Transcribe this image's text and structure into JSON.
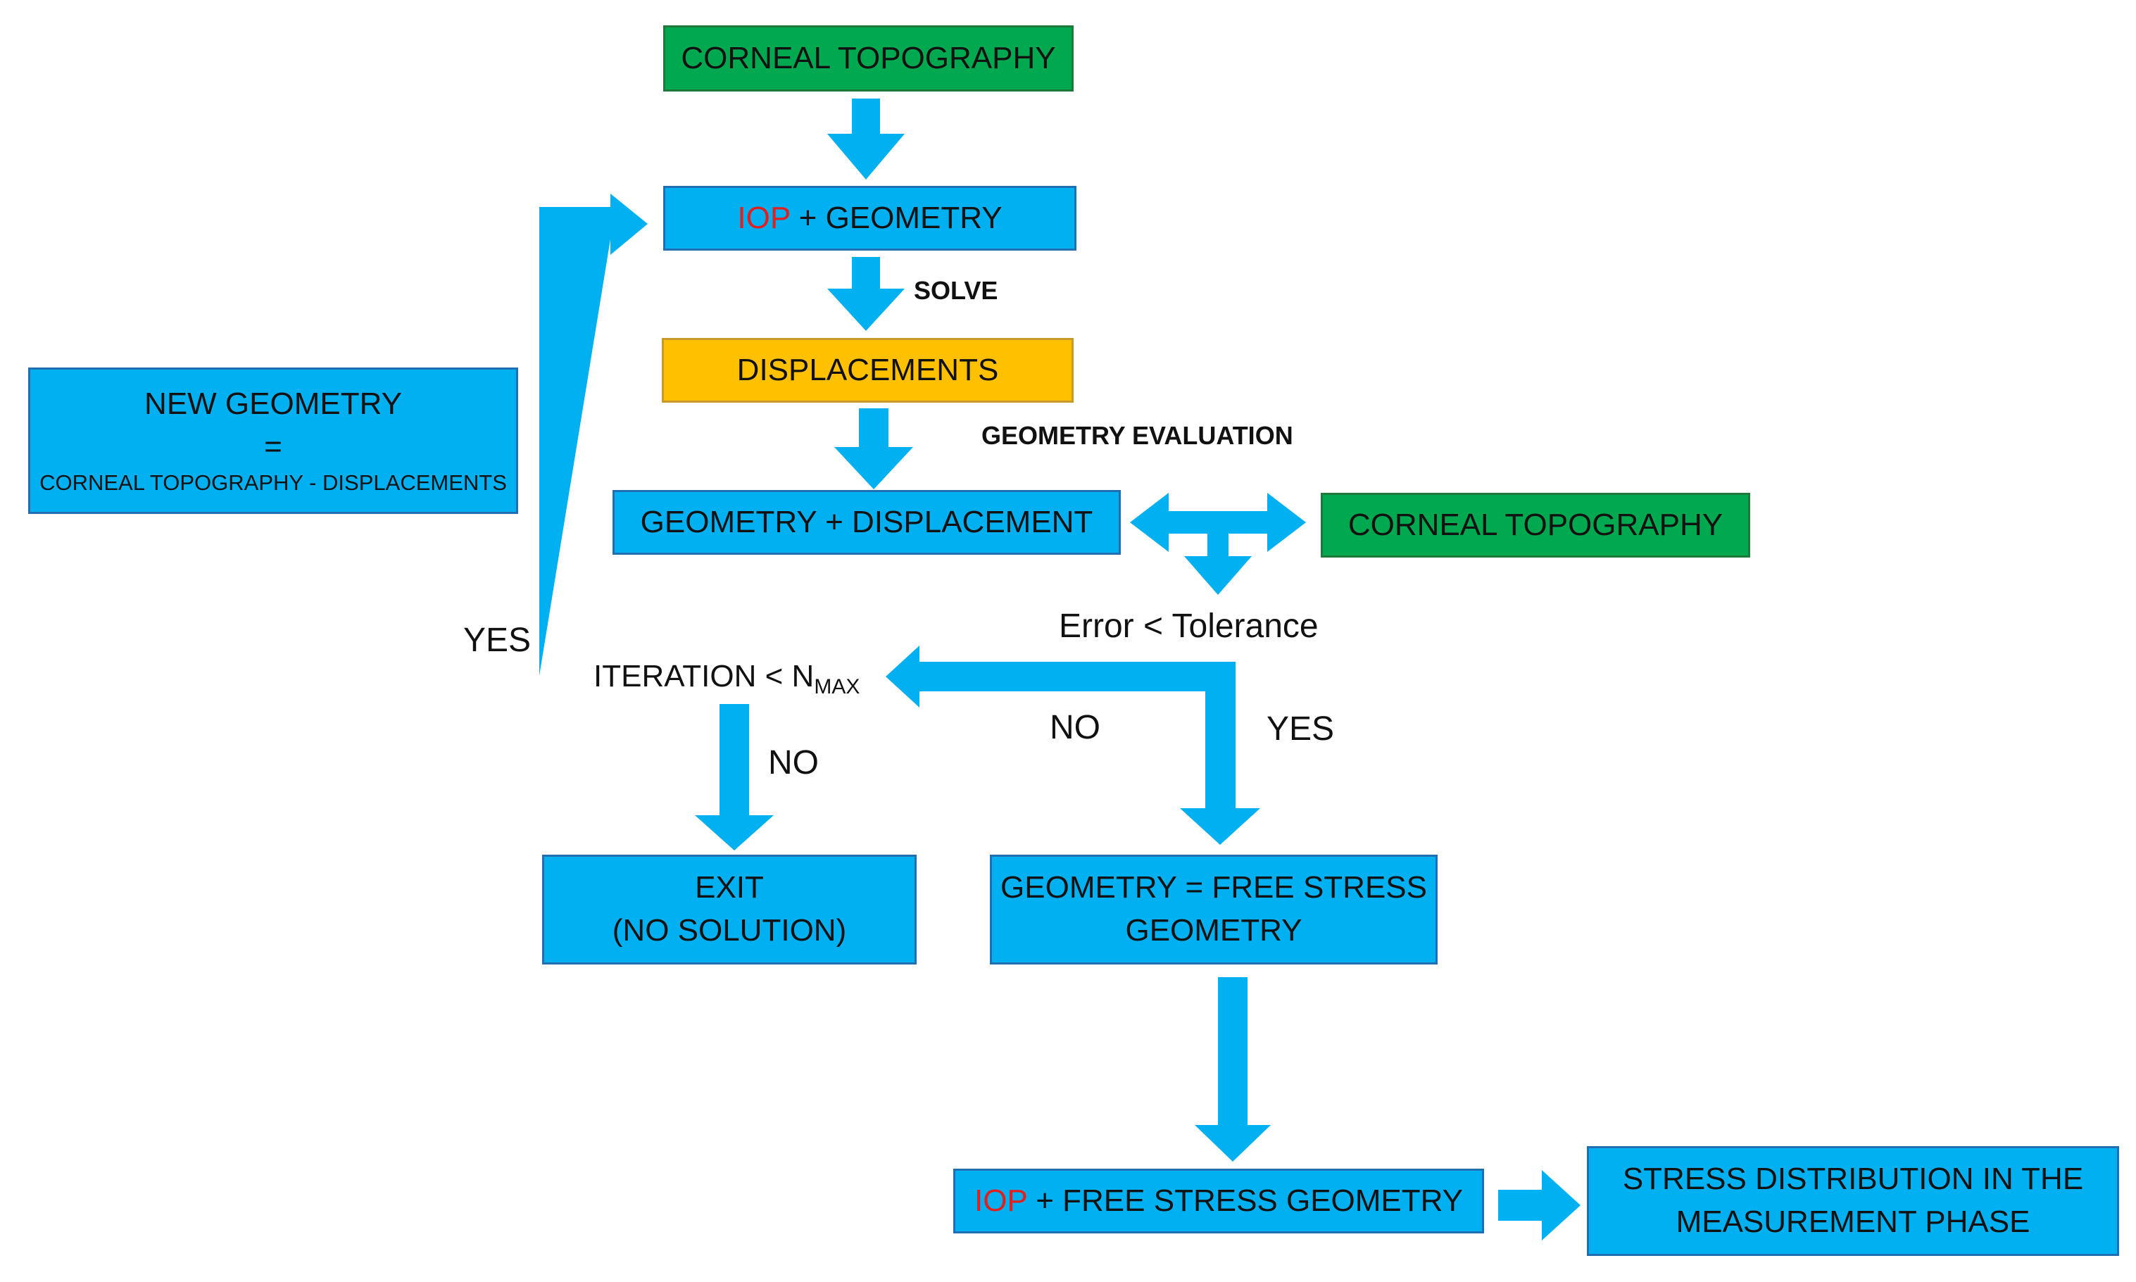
{
  "boxes": {
    "corneal_top": "CORNEAL TOPOGRAPHY",
    "iop_geometry": {
      "iop": "IOP",
      "rest": " + GEOMETRY"
    },
    "displacements": "DISPLACEMENTS",
    "geometry_displacement": "GEOMETRY  + DISPLACEMENT",
    "corneal_right": "CORNEAL TOPOGRAPHY",
    "new_geometry": {
      "line1": "NEW GEOMETRY",
      "line2": "=",
      "line3": "CORNEAL TOPOGRAPHY - DISPLACEMENTS"
    },
    "exit": {
      "line1": "EXIT",
      "line2": "(NO SOLUTION)"
    },
    "free_stress": {
      "line1": "GEOMETRY  = FREE STRESS",
      "line2": "GEOMETRY"
    },
    "iop_free": {
      "iop": "IOP",
      "rest": " + FREE STRESS GEOMETRY"
    },
    "stress_dist": {
      "line1": "STRESS DISTRIBUTION IN THE",
      "line2": "MEASUREMENT PHASE"
    }
  },
  "labels": {
    "solve": "SOLVE",
    "geometry_evaluation": "GEOMETRY EVALUATION",
    "error_tolerance": "Error < Tolerance",
    "iteration": "ITERATION < N",
    "iteration_sub": "MAX",
    "yes_left": "YES",
    "no_middle": "NO",
    "yes_right": "YES",
    "no_down": "NO"
  },
  "colors": {
    "arrow": "#00b0f0",
    "box_blue": "#00b0f0",
    "box_green": "#00a84f",
    "box_orange": "#ffc000",
    "highlight_red": "#e0201f"
  }
}
